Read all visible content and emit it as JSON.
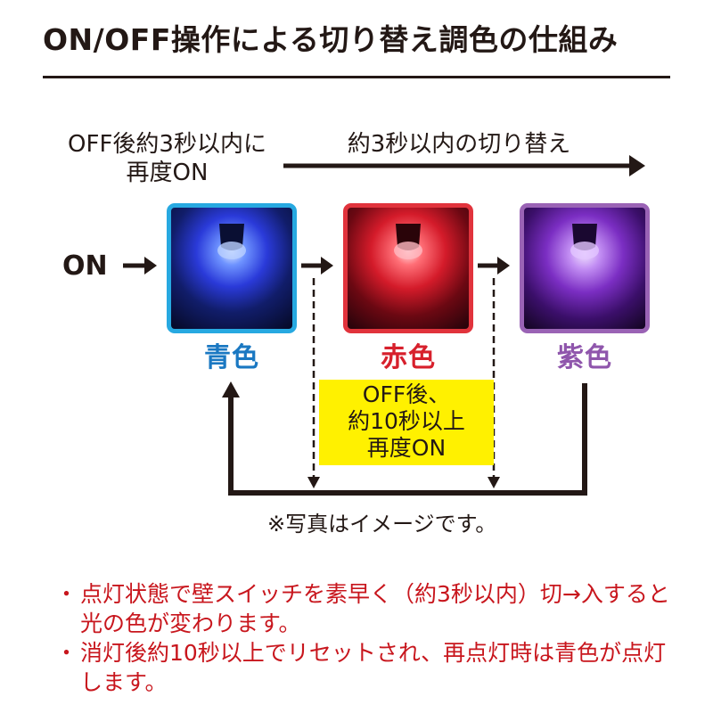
{
  "title": "ON/OFF操作による切り替え調色の仕組み",
  "notes": {
    "left_line1": "OFF後約3秒以内に",
    "left_line2": "再度ON",
    "right": "約3秒以内の切り替え"
  },
  "start_label": "ON",
  "colors": [
    {
      "label": "青色",
      "color": "#1a78c2"
    },
    {
      "label": "赤色",
      "color": "#d7202c"
    },
    {
      "label": "紫色",
      "color": "#8f56ac"
    }
  ],
  "reset_box": {
    "line1": "OFF後、",
    "line2": "約10秒以上",
    "line3": "再度ON"
  },
  "disclaimer": "※写真はイメージです。",
  "bullets": [
    {
      "dot": "・",
      "text": "点灯状態で壁スイッチを素早く（約3秒以内）切→入すると光の色が変わります。"
    },
    {
      "dot": "・",
      "text": "消灯後約10秒以上でリセットされ、再点灯時は青色が点灯します。"
    }
  ],
  "palette": {
    "text": "#231815",
    "highlight": "#fff100",
    "bullet_text": "#c8161d"
  }
}
